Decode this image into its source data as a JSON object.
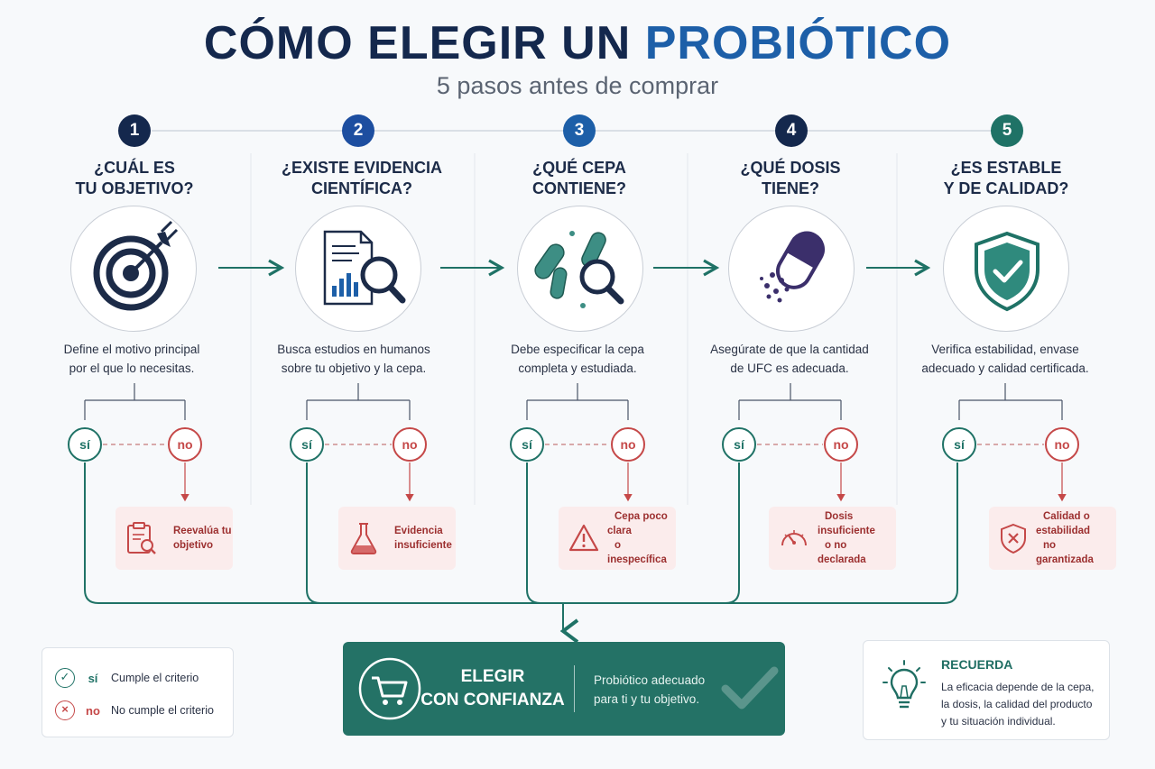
{
  "header": {
    "title_part1": "CÓMO ELEGIR UN",
    "title_part2": "PROBIÓTICO",
    "subtitle": "5 pasos antes de comprar"
  },
  "colors": {
    "navy": "#14284d",
    "blue": "#1d5fa8",
    "teal": "#1f7266",
    "red": "#c54848",
    "cta_bg": "#247266",
    "fail_bg": "#fbecec"
  },
  "steps": [
    {
      "number": "1",
      "question_line1": "¿CUÁL ES",
      "question_line2": "TU OBJETIVO?",
      "icon": "target-icon",
      "desc_line1": "Define el motivo principal",
      "desc_line2": "por el que lo necesitas.",
      "yes": "sí",
      "no": "no",
      "fail_icon": "clipboard-search-icon",
      "fail_line1": "Reevalúa tu",
      "fail_line2": "objetivo",
      "badge_color": "#14284d"
    },
    {
      "number": "2",
      "question_line1": "¿EXISTE EVIDENCIA",
      "question_line2": "CIENTÍFICA?",
      "icon": "document-search-icon",
      "desc_line1": "Busca estudios en humanos",
      "desc_line2": "sobre tu objetivo y la cepa.",
      "yes": "sí",
      "no": "no",
      "fail_icon": "flask-icon",
      "fail_line1": "Evidencia",
      "fail_line2": "insuficiente",
      "badge_color": "#1d4ea0"
    },
    {
      "number": "3",
      "question_line1": "¿QUÉ CEPA",
      "question_line2": "CONTIENE?",
      "icon": "bacteria-search-icon",
      "desc_line1": "Debe especificar la cepa",
      "desc_line2": "completa y estudiada.",
      "yes": "sí",
      "no": "no",
      "fail_icon": "warning-icon",
      "fail_line1": "Cepa poco clara",
      "fail_line2": "o inespecífica",
      "badge_color": "#1d5fa8"
    },
    {
      "number": "4",
      "question_line1": "¿QUÉ DOSIS",
      "question_line2": "TIENE?",
      "icon": "capsule-icon",
      "desc_line1": "Asegúrate de que la cantidad",
      "desc_line2": "de UFC es adecuada.",
      "yes": "sí",
      "no": "no",
      "fail_icon": "gauge-icon",
      "fail_line1": "Dosis insuficiente",
      "fail_line2": "o no declarada",
      "badge_color": "#14284d"
    },
    {
      "number": "5",
      "question_line1": "¿ES ESTABLE",
      "question_line2": "Y DE CALIDAD?",
      "icon": "shield-check-icon",
      "desc_line1": "Verifica estabilidad, envase",
      "desc_line2": "adecuado y calidad certificada.",
      "yes": "sí",
      "no": "no",
      "fail_icon": "shield-x-icon",
      "fail_line1": "Calidad o estabilidad",
      "fail_line2": "no garantizada",
      "badge_color": "#1f7266"
    }
  ],
  "legend": {
    "yes_key": "sí",
    "yes_text": "Cumple el criterio",
    "no_key": "no",
    "no_text": "No cumple el criterio"
  },
  "cta": {
    "line1": "ELEGIR",
    "line2": "CON CONFIANZA",
    "sub_line1": "Probiótico adecuado",
    "sub_line2": "para ti y tu objetivo.",
    "icon": "cart-icon"
  },
  "remember": {
    "title": "RECUERDA",
    "line1": "La eficacia depende de la cepa,",
    "line2": "la dosis, la calidad del producto",
    "line3": "y tu situación individual.",
    "icon": "lightbulb-icon"
  }
}
